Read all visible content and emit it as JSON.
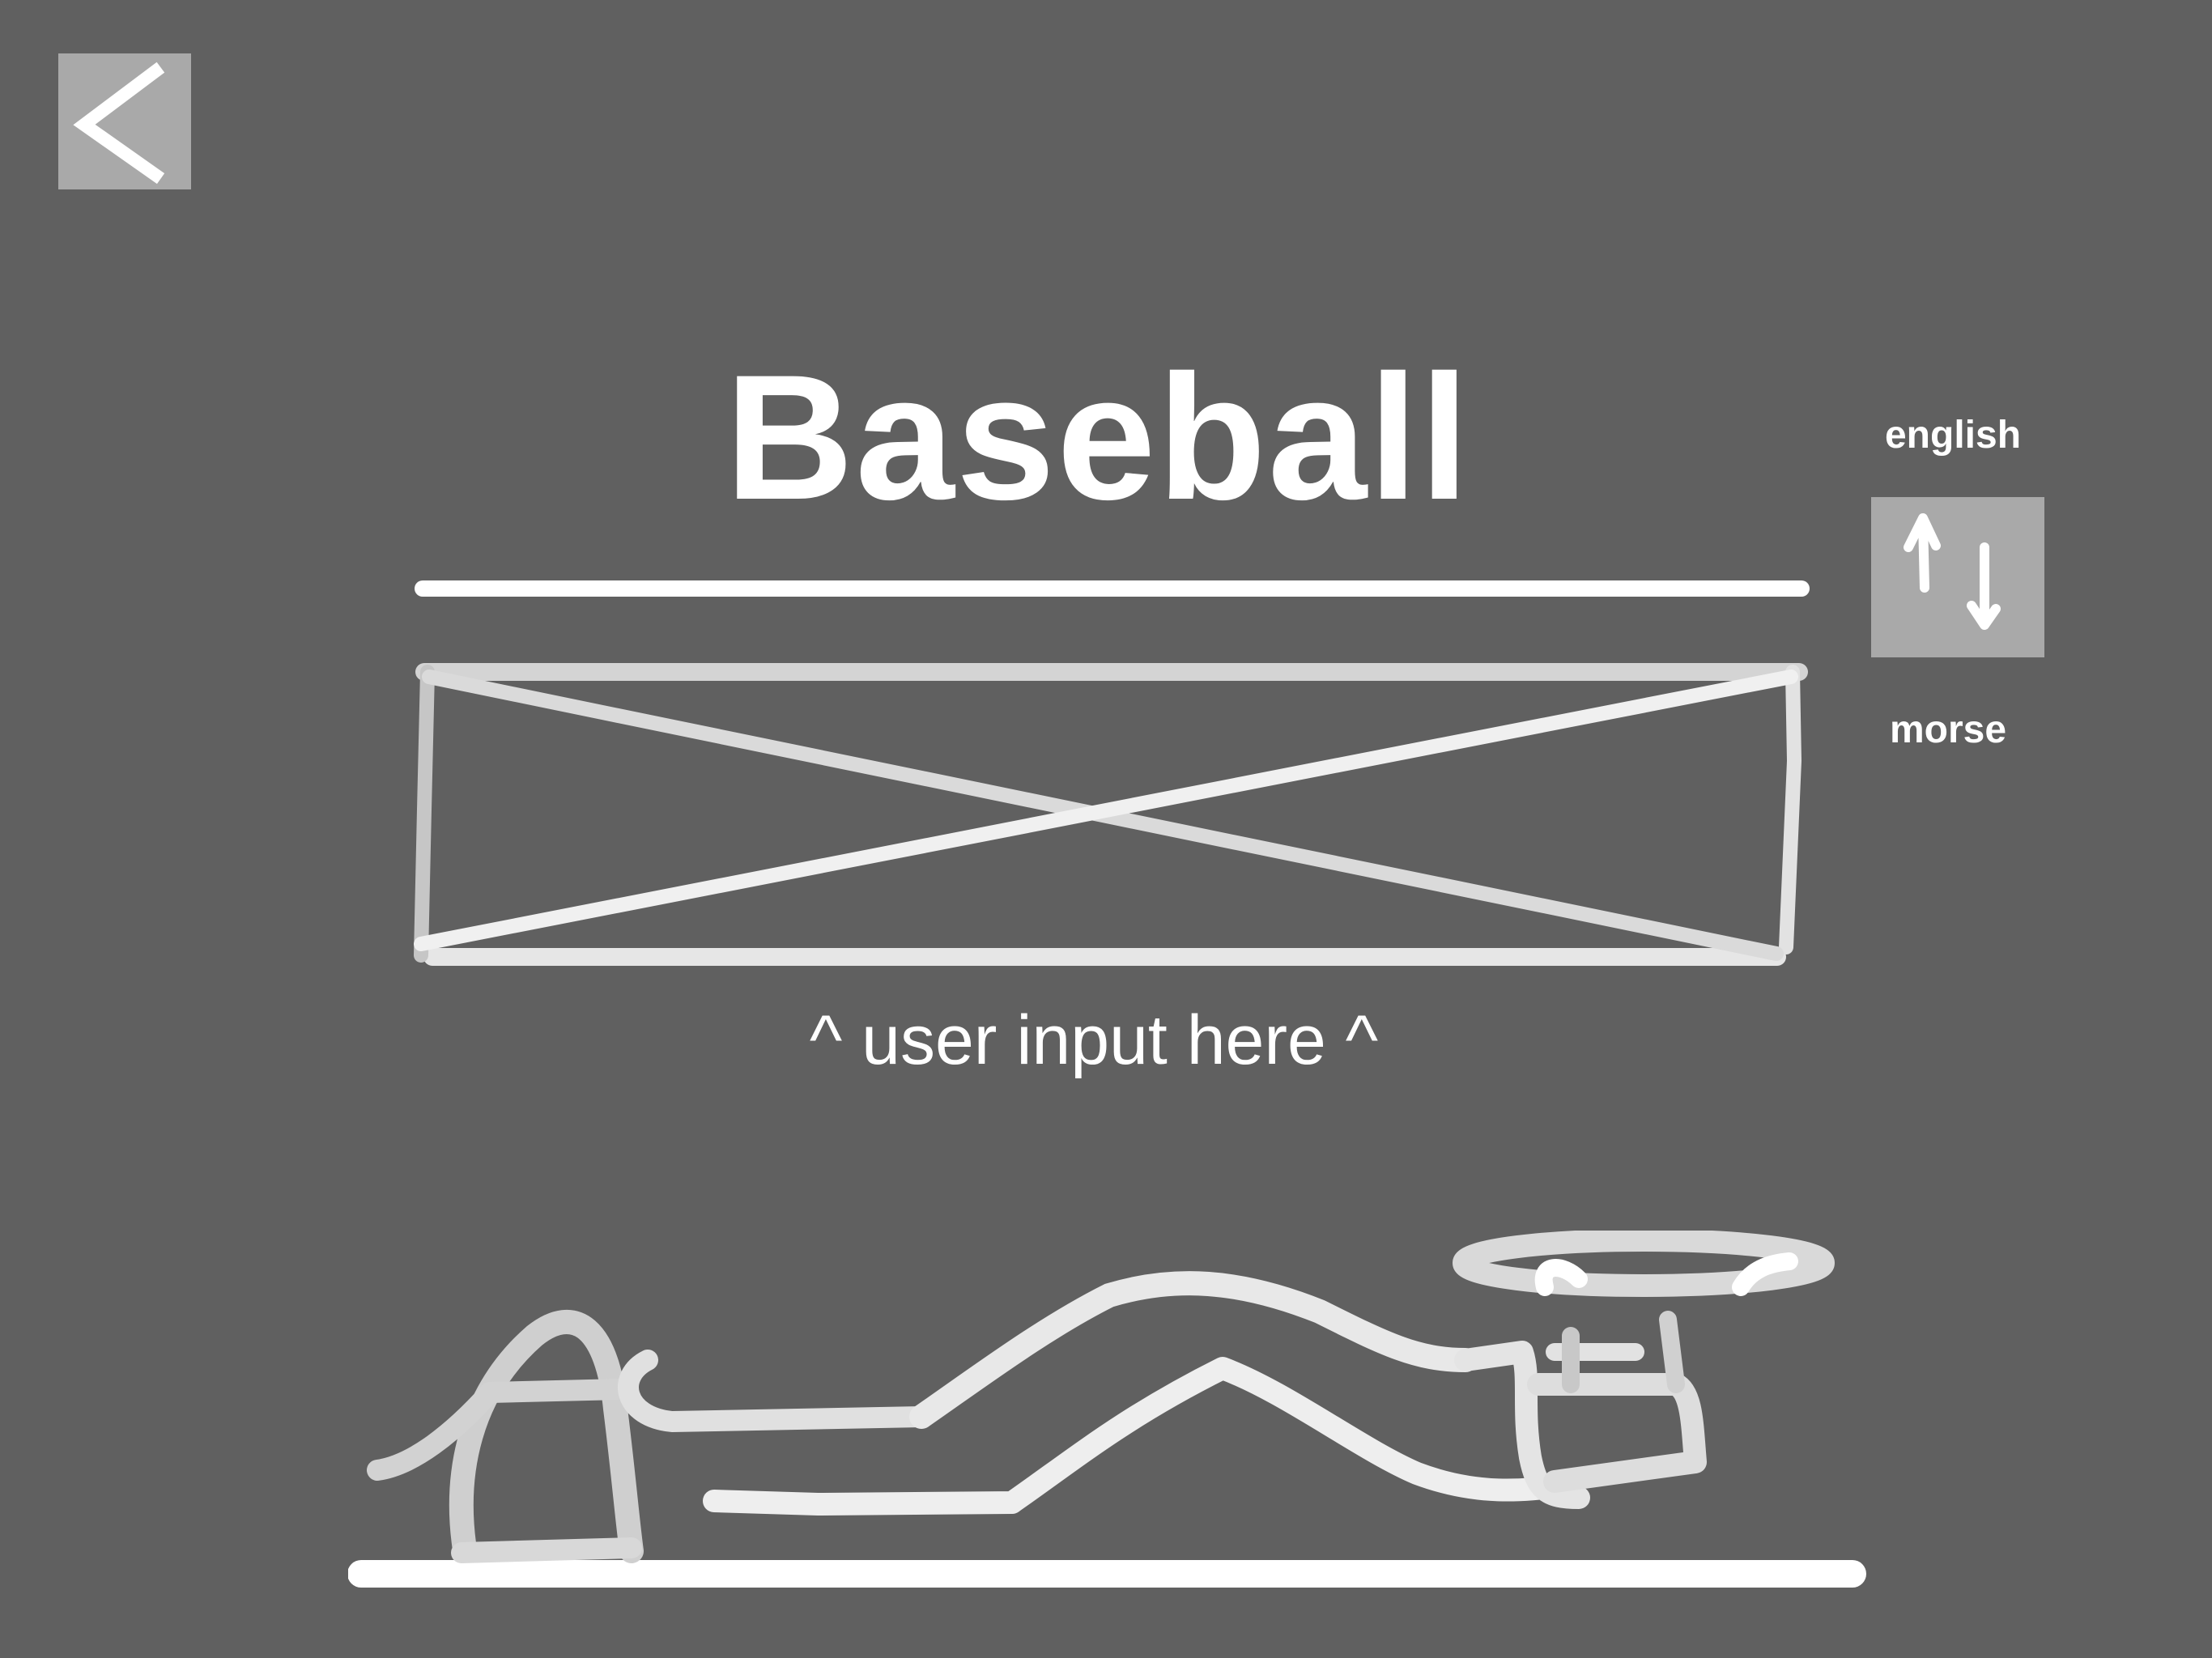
{
  "header": {
    "back_icon": "chevron-left-icon"
  },
  "main": {
    "title": "Baseball",
    "input_hint": "^ user input here ^"
  },
  "mode_toggle": {
    "top_label": "english",
    "bottom_label": "morse",
    "swap_icon": "swap-arrows-icon"
  },
  "colors": {
    "background": "#606060",
    "button_bg": "#a9a9a9",
    "foreground": "#ffffff"
  }
}
